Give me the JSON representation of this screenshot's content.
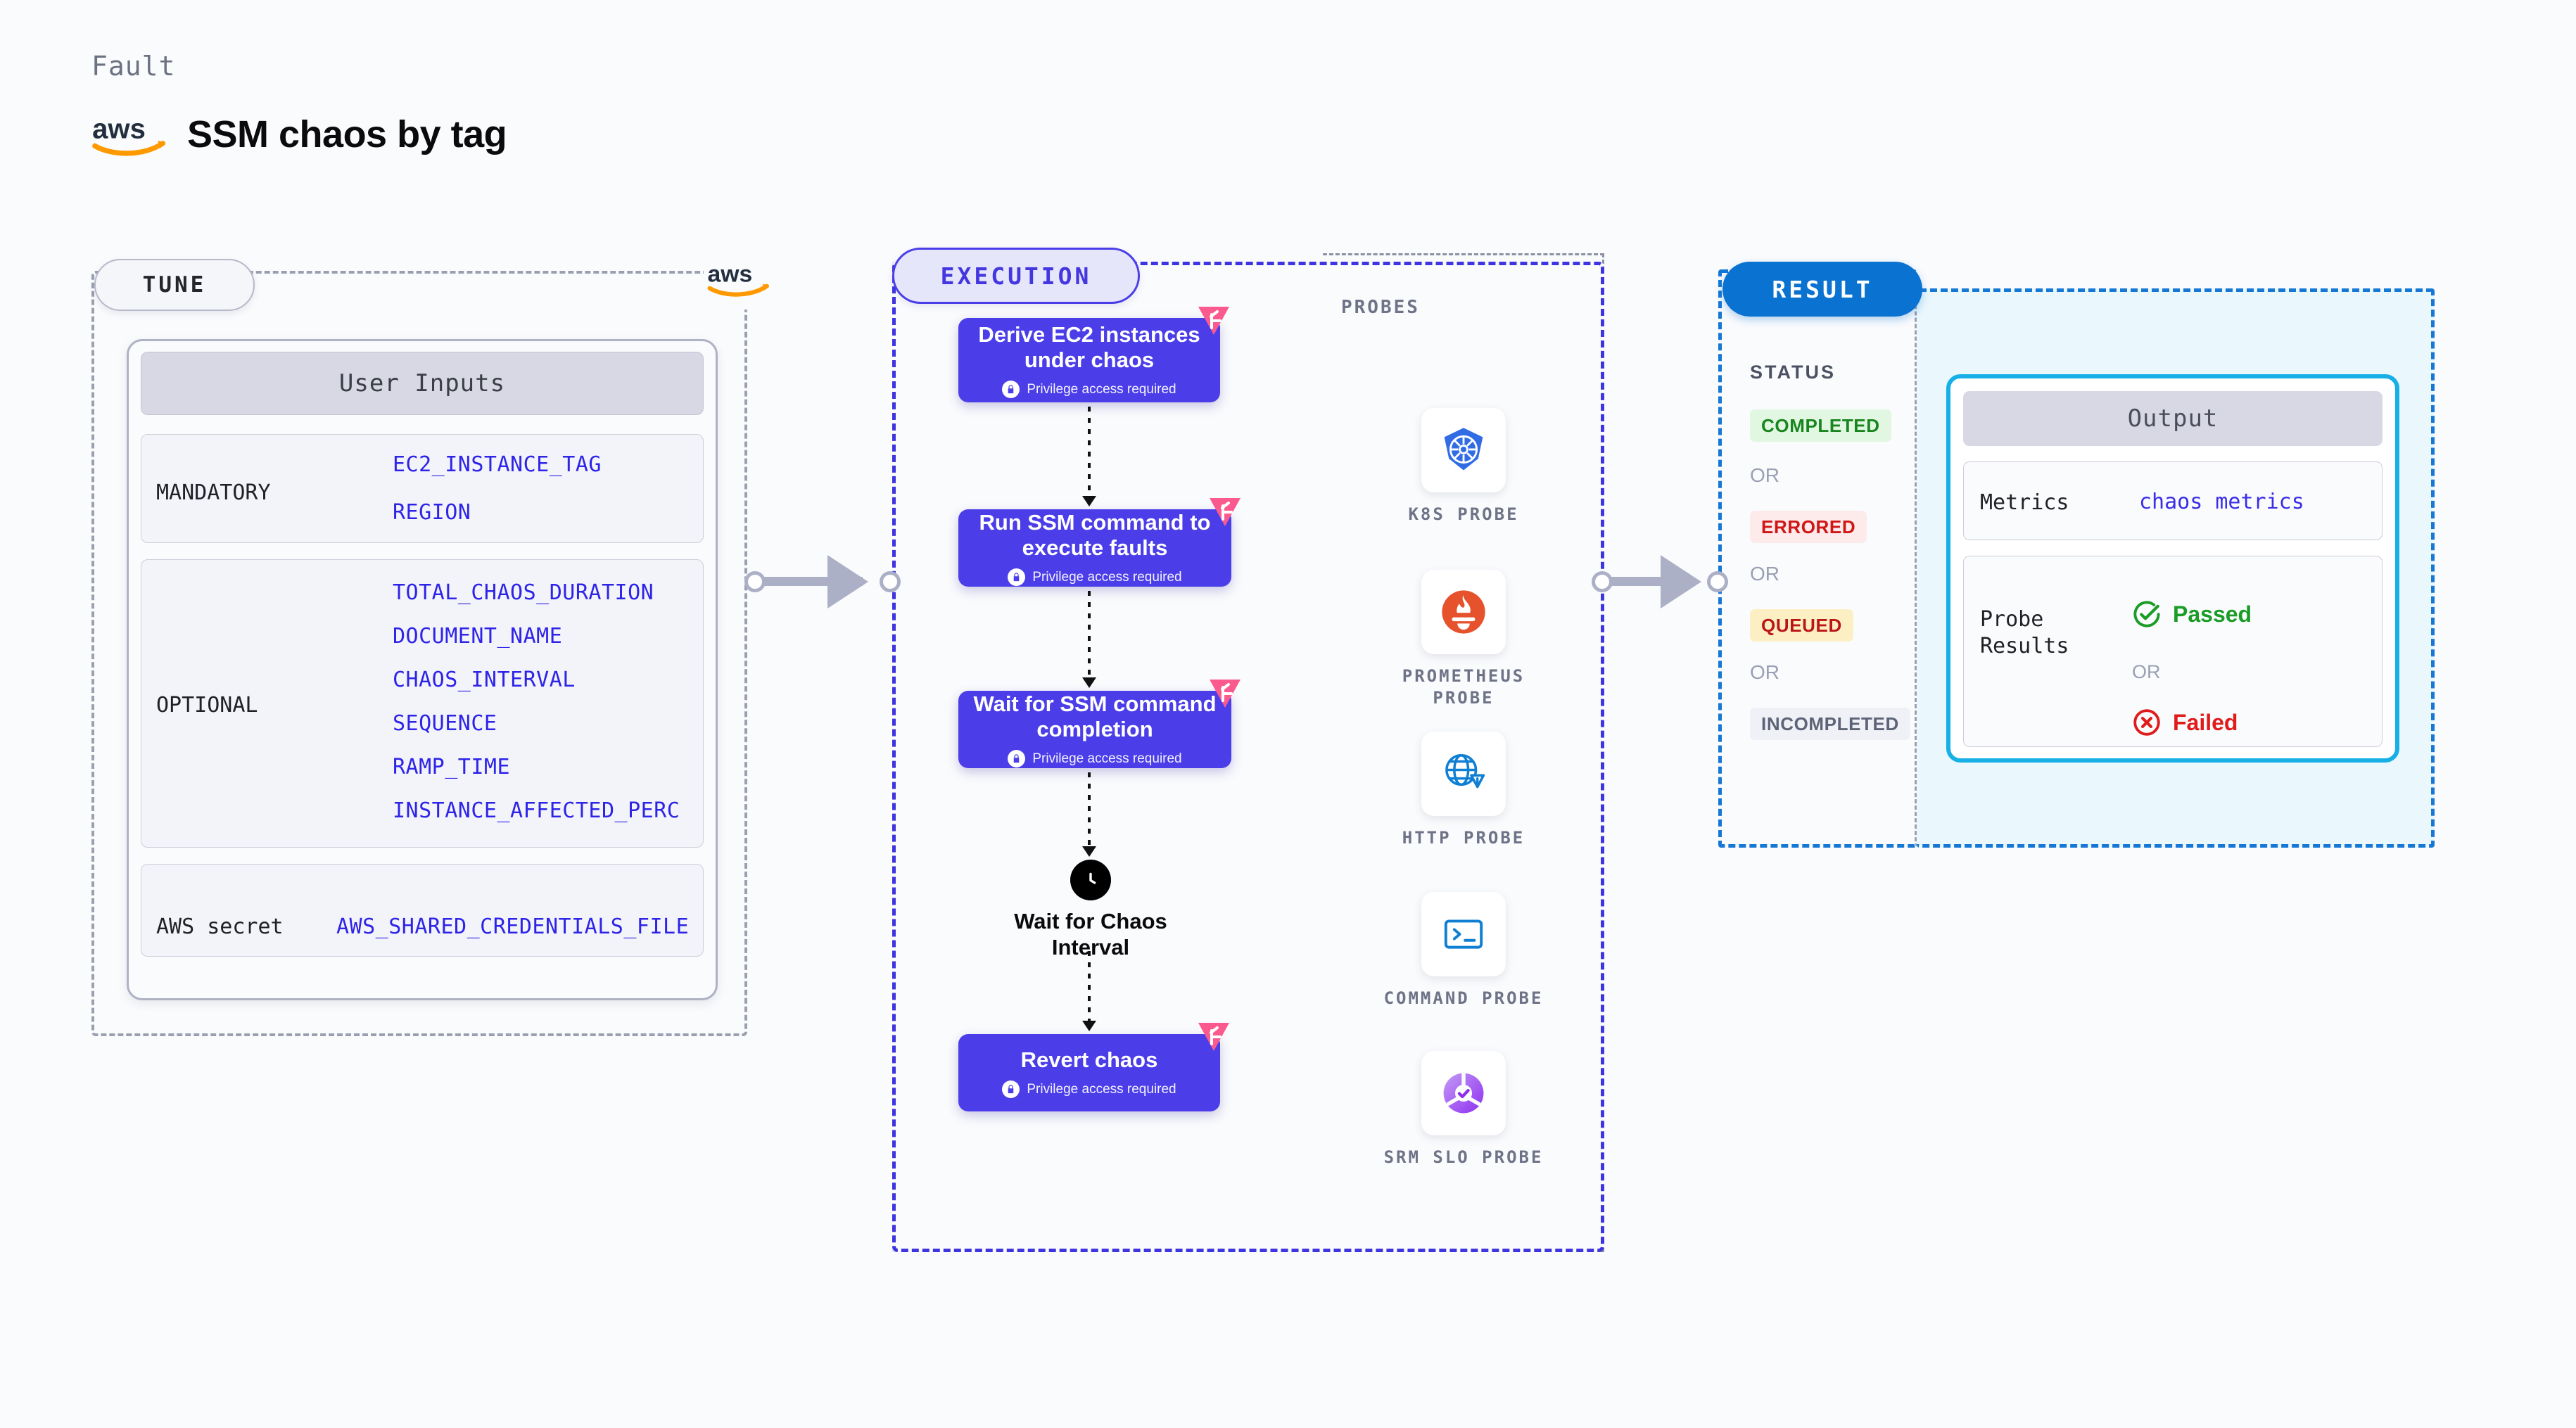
{
  "header": {
    "kicker": "Fault",
    "title": "SSM chaos by tag",
    "logo_icon": "aws-logo"
  },
  "tune": {
    "pill_label": "TUNE",
    "aws_icon": "aws-logo",
    "card_header": "User Inputs",
    "groups": [
      {
        "label": "MANDATORY",
        "values": [
          "EC2_INSTANCE_TAG",
          "REGION"
        ]
      },
      {
        "label": "OPTIONAL",
        "values": [
          "TOTAL_CHAOS_DURATION",
          "DOCUMENT_NAME",
          "CHAOS_INTERVAL",
          "SEQUENCE",
          "RAMP_TIME",
          "INSTANCE_AFFECTED_PERC"
        ]
      },
      {
        "label": "AWS secret",
        "values": [
          "AWS_SHARED_CREDENTIALS_FILE"
        ]
      }
    ]
  },
  "execution": {
    "pill_label": "EXECUTION",
    "privilege_note": "Privilege access required",
    "lock_icon": "lock-icon",
    "badge_icon": "harness-chaos-badge-icon",
    "clock_icon": "clock-icon",
    "nodes": [
      {
        "title": "Derive EC2 instances under chaos",
        "sub": "Privilege access required",
        "type": "action"
      },
      {
        "title": "Run SSM command to execute faults",
        "sub": "Privilege access required",
        "type": "action"
      },
      {
        "title": "Wait for SSM command completion",
        "sub": "Privilege access required",
        "type": "action"
      },
      {
        "title": "Wait for Chaos Interval",
        "type": "wait"
      },
      {
        "title": "Revert chaos",
        "sub": "Privilege access required",
        "type": "action"
      }
    ]
  },
  "probes": {
    "title": "PROBES",
    "items": [
      {
        "name": "K8S PROBE",
        "icon": "kubernetes-icon"
      },
      {
        "name": "PROMETHEUS PROBE",
        "icon": "prometheus-icon"
      },
      {
        "name": "HTTP PROBE",
        "icon": "http-globe-icon"
      },
      {
        "name": "COMMAND PROBE",
        "icon": "terminal-icon"
      },
      {
        "name": "SRM SLO PROBE",
        "icon": "srm-slo-icon"
      }
    ]
  },
  "result": {
    "pill_label": "RESULT",
    "status_title": "STATUS",
    "or_label": "OR",
    "statuses": [
      {
        "label": "COMPLETED",
        "bg": "#e1f7e1",
        "color": "#18851f"
      },
      {
        "label": "ERRORED",
        "bg": "#fdebeb",
        "color": "#d01616"
      },
      {
        "label": "QUEUED",
        "bg": "#fdefc4",
        "color": "#bb1717"
      },
      {
        "label": "INCOMPLETED",
        "bg": "#f0f1f6",
        "color": "#5e6478"
      }
    ]
  },
  "output": {
    "header": "Output",
    "metrics_key": "Metrics",
    "metrics_value": "chaos metrics",
    "probe_results_key": "Probe\nResults",
    "passed_label": "Passed",
    "failed_label": "Failed",
    "or_label": "OR",
    "passed_icon": "check-circle-icon",
    "failed_icon": "x-circle-icon"
  },
  "colors": {
    "accent_purple": "#4b3ee8",
    "accent_blue": "#0a72d0",
    "accent_cyan": "#16b0e6",
    "param_blue": "#2e24e8",
    "badge_pink": "#fb5a8f",
    "aws_orange": "#ff9900"
  }
}
